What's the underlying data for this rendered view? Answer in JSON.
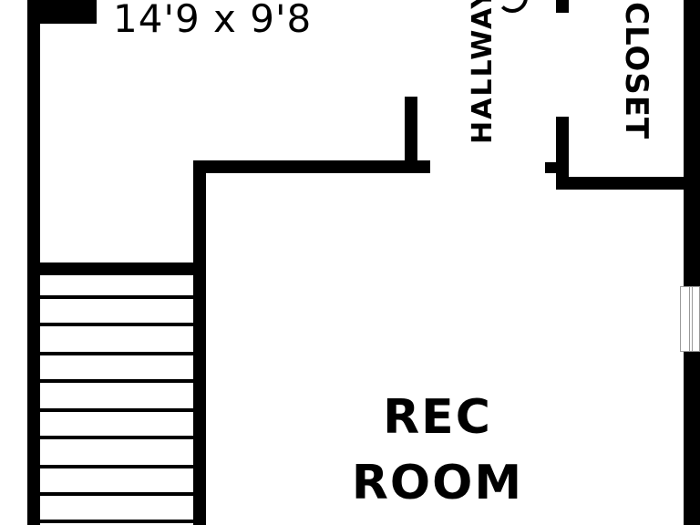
{
  "room_labels": {
    "dimensions": "14'9 x 9'8",
    "hallway": "HALLWAY",
    "closet": "CLOSET",
    "rec_room_line1": "REC",
    "rec_room_line2": "ROOM"
  },
  "colors": {
    "wall": "#000000",
    "background": "#ffffff",
    "window_outline": "#9a9a9a"
  },
  "stairs": {
    "tread_count": 9
  }
}
